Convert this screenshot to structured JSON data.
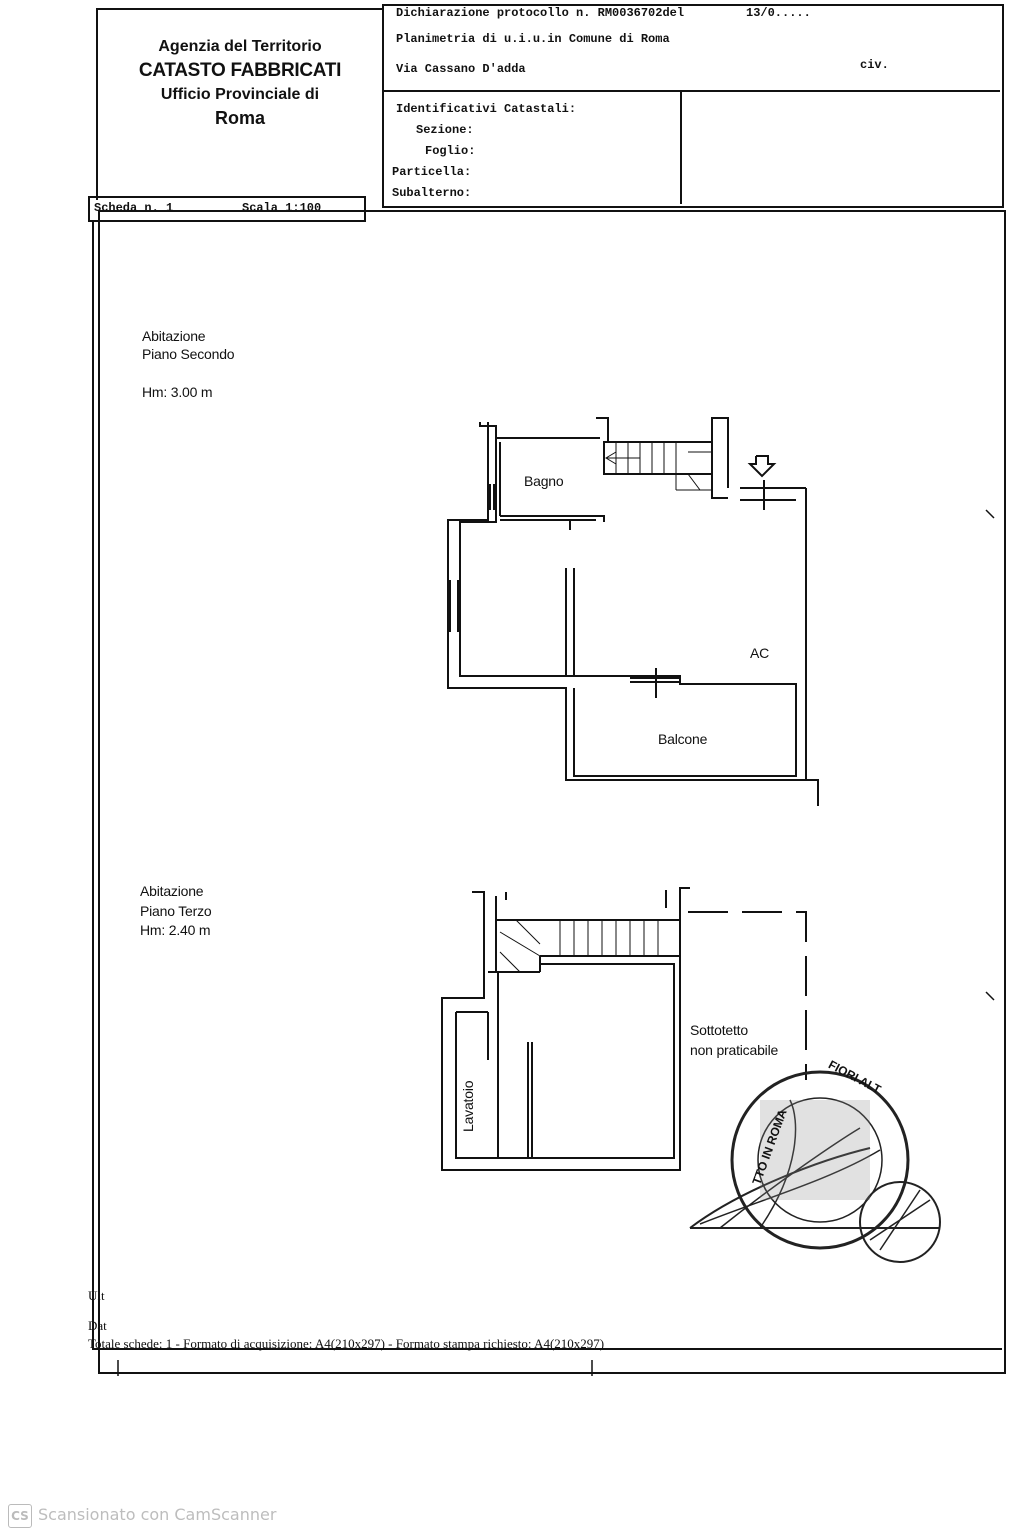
{
  "header": {
    "agency_line1": "Agenzia del Territorio",
    "agency_line2": "CATASTO FABBRICATI",
    "agency_line3": "Ufficio Provinciale di",
    "agency_line4": "Roma",
    "declaration": "Dichiarazione protocollo n. RM0036702del",
    "declaration_date": "13/0.....",
    "planimetria": "Planimetria di u.i.u.in Comune di Roma",
    "address": "Via Cassano D'adda",
    "civ": "civ.",
    "identificativi": "Identificativi Catastali:",
    "sezione": "Sezione:",
    "foglio": "Foglio:",
    "particella": "Particella:",
    "subalterno": "Subalterno:",
    "scheda": "Scheda n. 1",
    "scala": "Scala 1:100"
  },
  "floor1": {
    "title": "Abitazione",
    "floor": "Piano Secondo",
    "height": "Hm: 3.00 m",
    "rooms": {
      "bagno": "Bagno",
      "ac": "AC",
      "balcone": "Balcone"
    }
  },
  "floor2": {
    "title": "Abitazione",
    "floor": "Piano Terzo",
    "height": "Hm: 2.40 m",
    "rooms": {
      "lavatoio": "Lavatoio",
      "sottotetto1": "Sottotetto",
      "sottotetto2": "non praticabile"
    }
  },
  "footer": {
    "side1": "Ult",
    "side2": "Dat",
    "summary": "Totale schede: 1 - Formato di acquisizione: A4(210x297) - Formato stampa richiesto: A4(210x297)"
  },
  "stamp": {
    "top": "FIORI ALT",
    "left": "IN ROMA",
    "left2": "TTO IN ROMA"
  },
  "scanner": {
    "logo": "CS",
    "text": "Scansionato con CamScanner"
  }
}
